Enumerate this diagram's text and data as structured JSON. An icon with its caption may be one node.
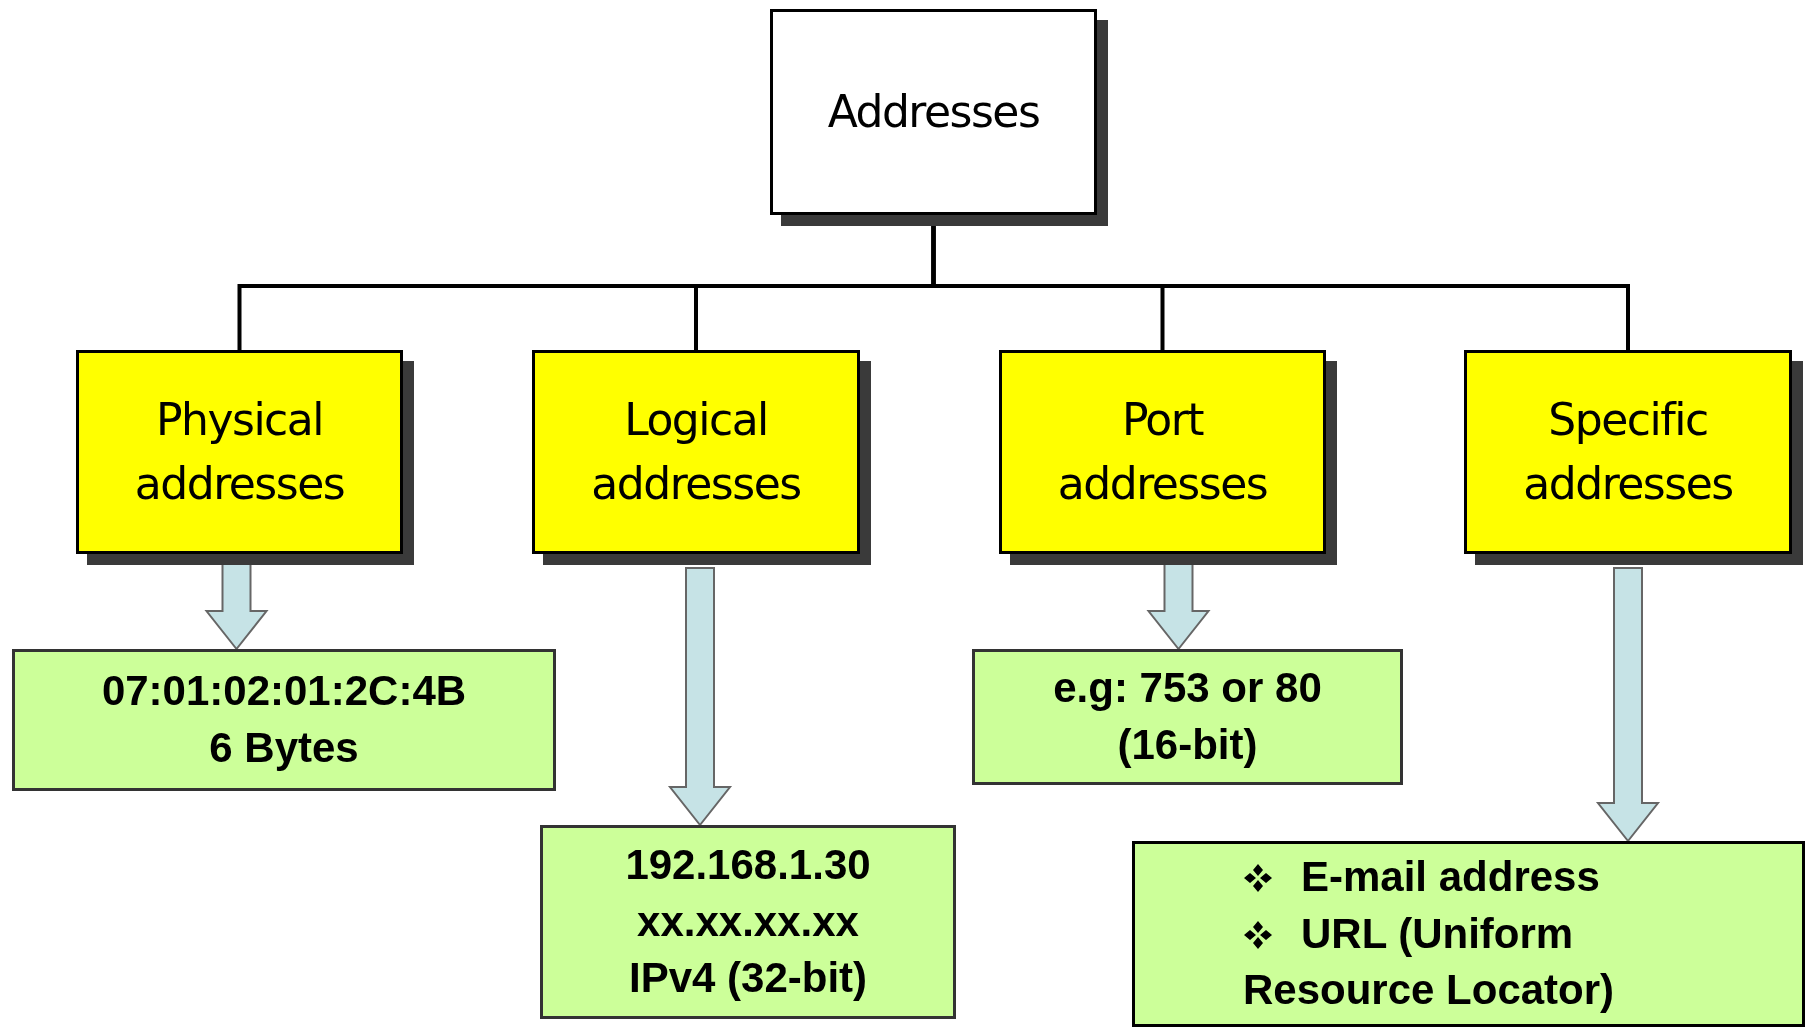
{
  "diagram": {
    "nodes": [
      {
        "text": [
          "Addresses"
        ]
      },
      {
        "text": [
          "Physical addresses"
        ]
      },
      {
        "text": [
          "Logical addresses"
        ]
      },
      {
        "text": [
          "Port addresses"
        ]
      },
      {
        "text": [
          "Specific addresses"
        ]
      },
      {
        "text": [
          "07:01:02:01:2C:4B",
          "6 Bytes"
        ]
      },
      {
        "text": [
          "192.168.1.30",
          "xx.xx.xx.xx",
          "IPv4 (32-bit)"
        ]
      },
      {
        "text": [
          "e.g: 753 or 80",
          "(16-bit)"
        ]
      },
      {
        "text": [
          "E-mail address",
          "URL (Uniform Resource Locator)"
        ]
      }
    ],
    "edges": [
      {
        "from": 0,
        "to": 1,
        "arrow": "none"
      },
      {
        "from": 0,
        "to": 2,
        "arrow": "none"
      },
      {
        "from": 0,
        "to": 3,
        "arrow": "none"
      },
      {
        "from": 0,
        "to": 4,
        "arrow": "none"
      },
      {
        "from": 1,
        "to": 5,
        "arrow": "to",
        "style": "thick",
        "color": "#c6e3e6"
      },
      {
        "from": 2,
        "to": 6,
        "arrow": "to",
        "style": "thick",
        "color": "#c6e3e6"
      },
      {
        "from": 3,
        "to": 7,
        "arrow": "to",
        "style": "thick",
        "color": "#c6e3e6"
      },
      {
        "from": 4,
        "to": 8,
        "arrow": "to",
        "style": "thick",
        "color": "#c6e3e6"
      }
    ]
  }
}
